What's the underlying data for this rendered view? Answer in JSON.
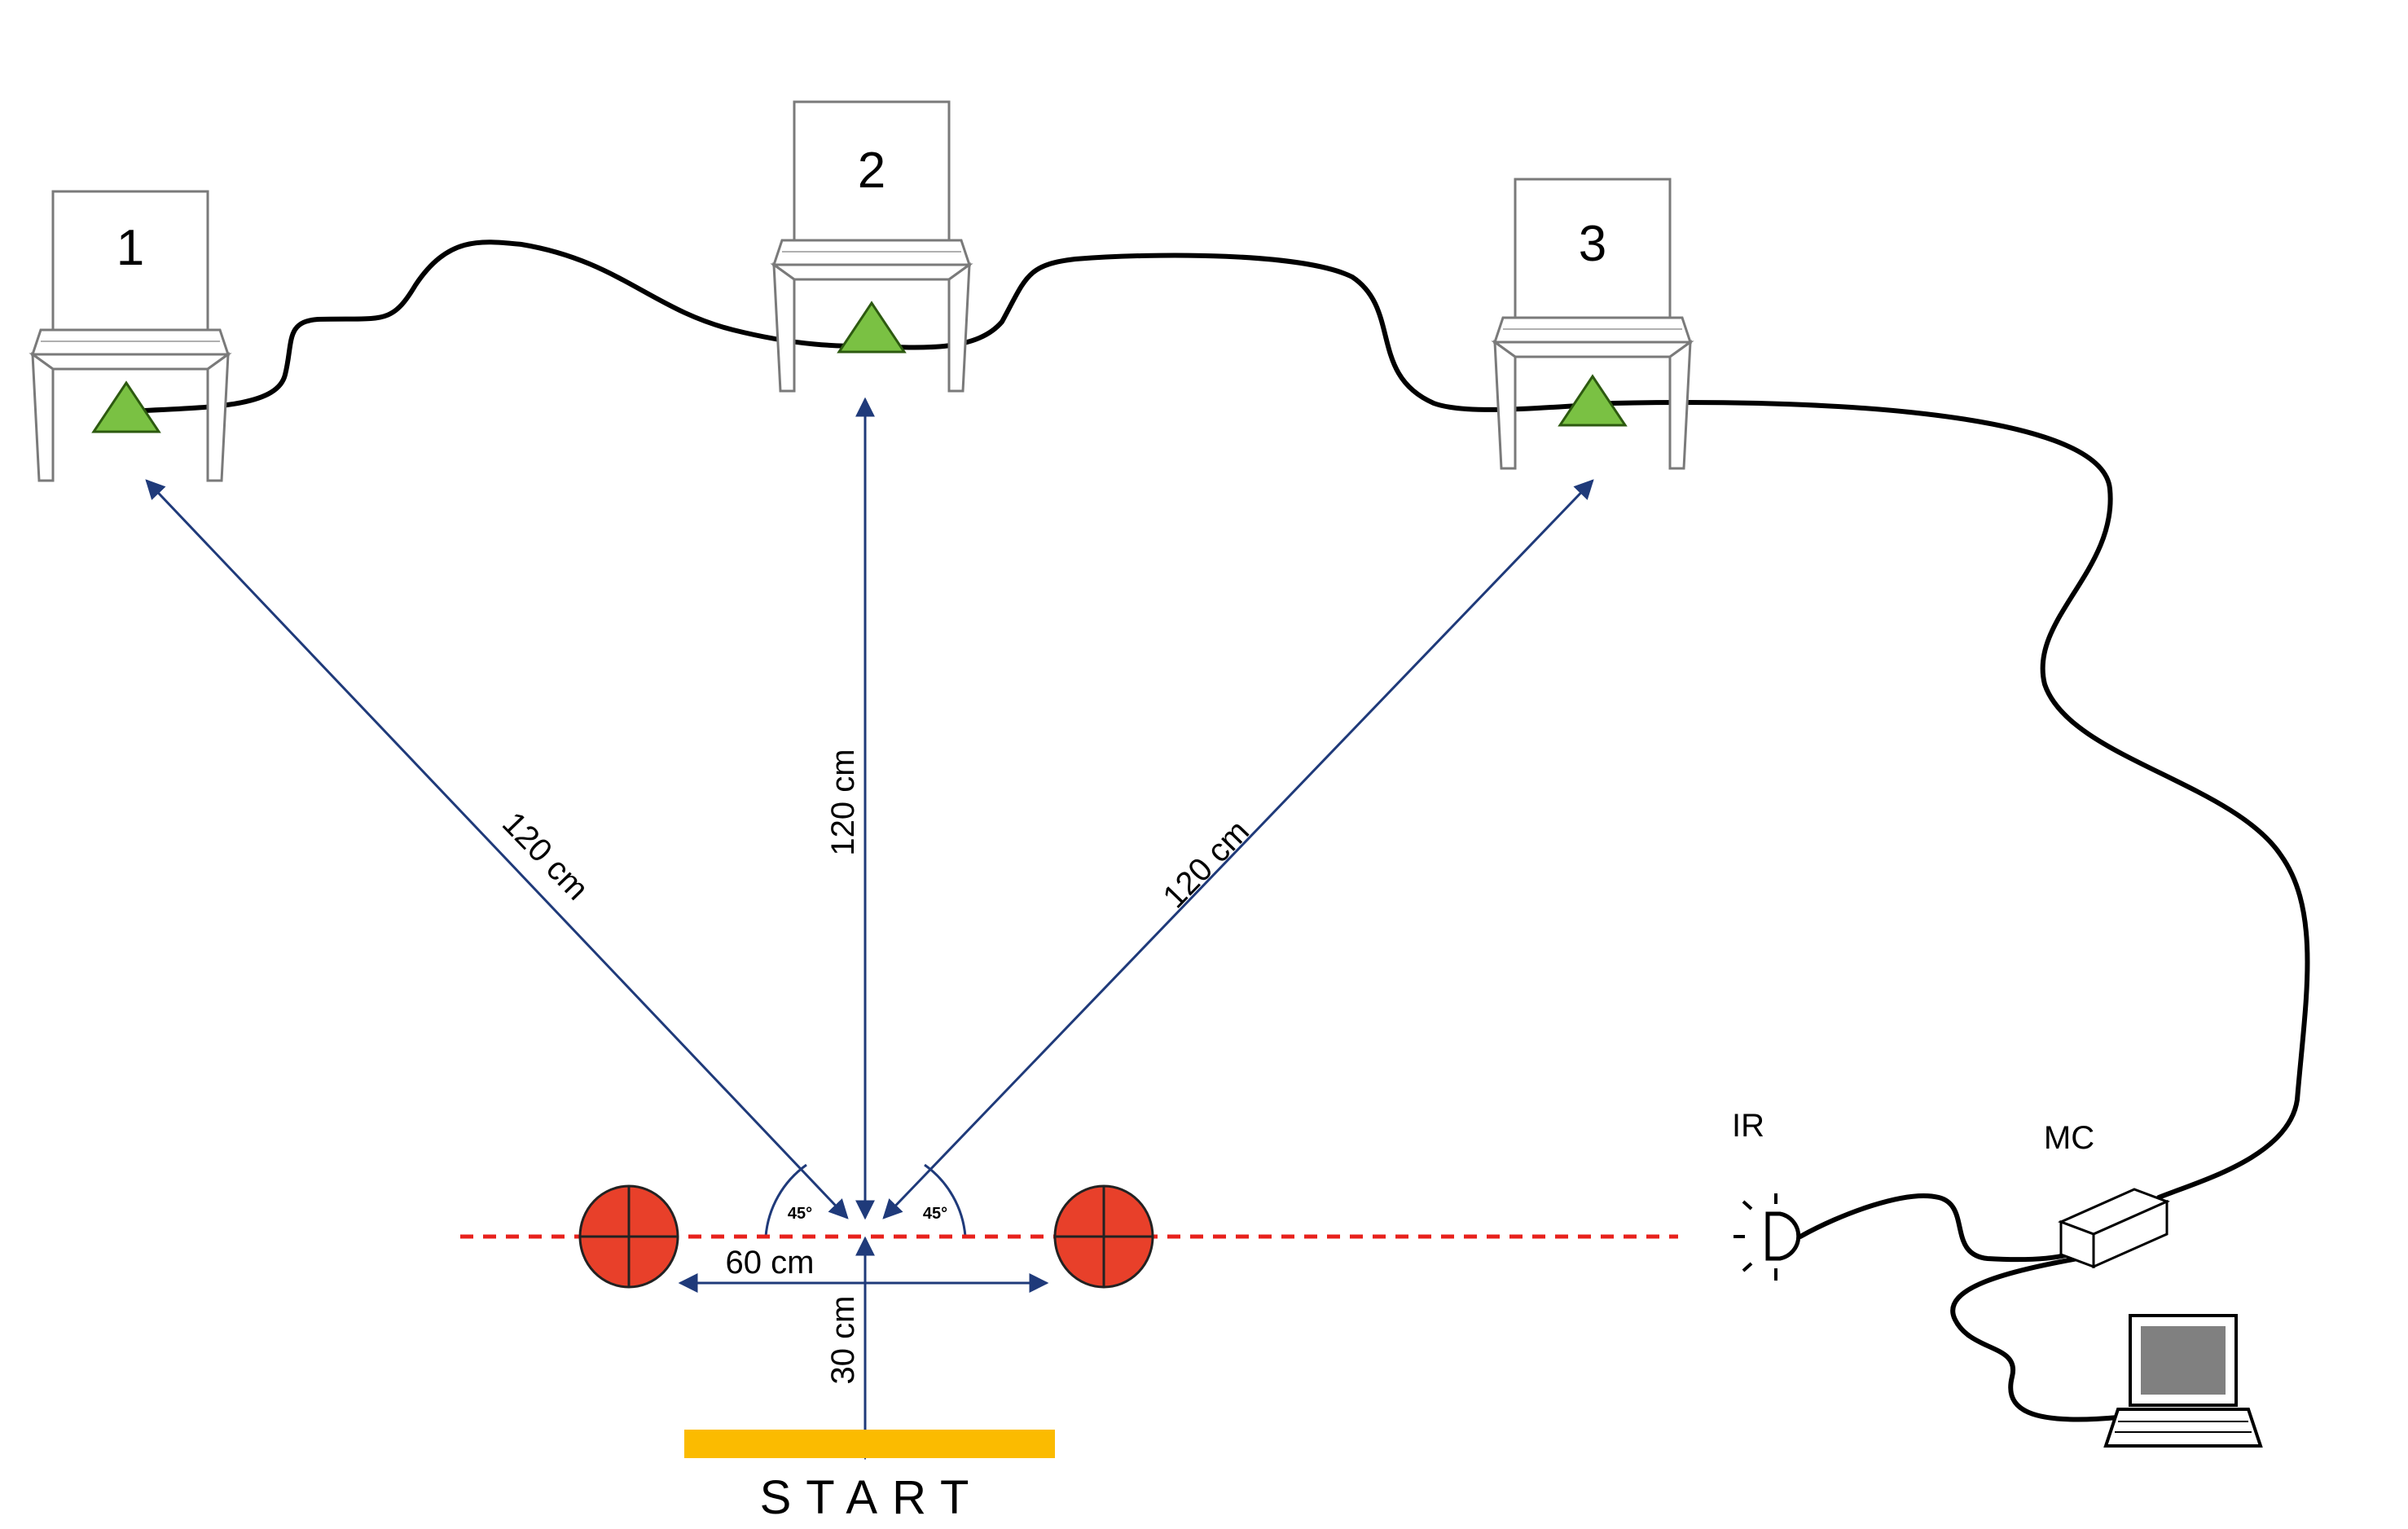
{
  "chairs": [
    {
      "number": "1"
    },
    {
      "number": "2"
    },
    {
      "number": "3"
    }
  ],
  "dimensions": {
    "left_diagonal": "120 cm",
    "center_vertical": "120 cm",
    "right_diagonal": "120 cm",
    "gate_width": "60 cm",
    "start_distance": "30 cm"
  },
  "angles": {
    "left": "45°",
    "right": "45°"
  },
  "devices": {
    "ir": "IR",
    "mc": "MC"
  },
  "start": {
    "label": "START"
  },
  "colors": {
    "arrow": "#1f3a7a",
    "cable": "#000000",
    "sensor": "#7ac143",
    "cone": "#e8402a",
    "start_line": "#fbbb00",
    "beam": "#e8211c"
  }
}
